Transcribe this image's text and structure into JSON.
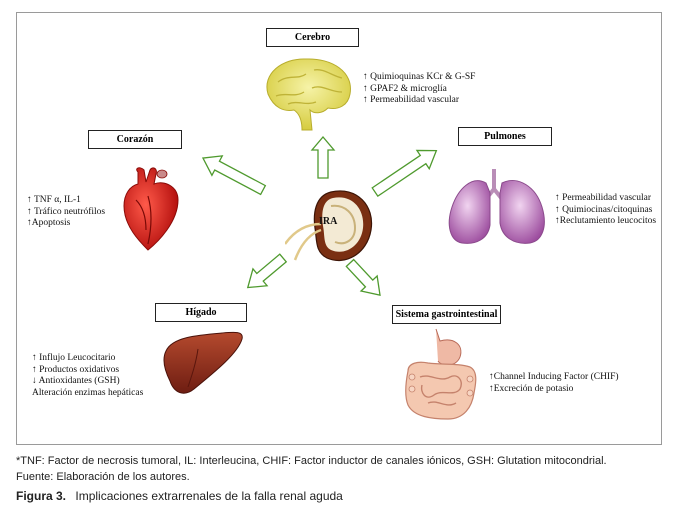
{
  "center": {
    "label": "IRA"
  },
  "organs": {
    "cerebro": {
      "title": "Cerebro",
      "notes": [
        "↑ Quimioquinas KCr & G-SF",
        "↑ GPAF2 & microglía",
        "↑ Permeabilidad vascular"
      ]
    },
    "corazon": {
      "title": "Corazón",
      "notes": [
        "↑ TNF α, IL-1",
        "↑ Tráfico neutrófilos",
        "↑Apoptosis"
      ]
    },
    "pulmones": {
      "title": "Pulmones",
      "notes": [
        "↑ Permeabilidad vascular",
        "↑ Quimiocinas/citoquinas",
        "↑Reclutamiento leucocitos"
      ]
    },
    "higado": {
      "title": "Hígado",
      "notes": [
        "↑ Influjo Leucocitario",
        "↑ Productos oxidativos",
        "↓ Antioxidantes (GSH)",
        "Alteración enzimas hepáticas"
      ]
    },
    "gastro": {
      "title": "Sistema gastrointestinal",
      "notes": [
        "↑Channel Inducing Factor (CHIF)",
        "↑Excreción de potasio"
      ]
    }
  },
  "footnote": "*TNF: Factor de necrosis tumoral, IL: Interleucina, CHIF: Factor inductor de canales iónicos, GSH: Glutation mitocondrial.",
  "source": "Fuente: Elaboración de los autores.",
  "figure": {
    "number": "Figura 3.",
    "caption": "Implicaciones extrarrenales de la falla renal aguda"
  },
  "colors": {
    "arrow_outline": "#4f9a2e",
    "box_border": "#222222",
    "frame": "#9a9a9a"
  }
}
